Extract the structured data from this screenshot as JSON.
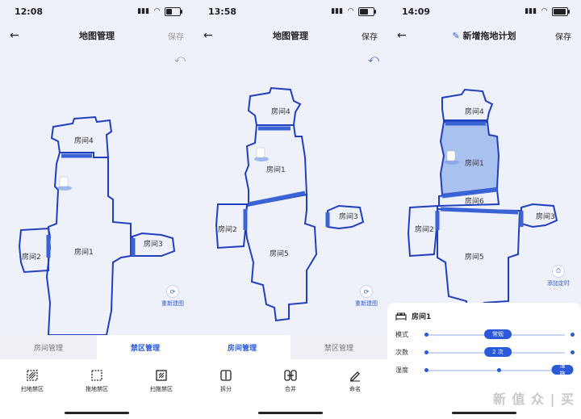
{
  "screens": [
    {
      "status": {
        "time": "12:08",
        "battery_pct": 40
      },
      "nav": {
        "back": "←",
        "title": "地图管理",
        "save": "保存"
      },
      "undo": "⤺",
      "rooms": [
        "房间4",
        "房间1",
        "房间2",
        "房间3"
      ],
      "fab": {
        "label": "重新建图"
      },
      "tabs": [
        "房间管理",
        "禁区管理"
      ],
      "active_tab": 1,
      "tools": [
        "扫地禁区",
        "拖地禁区",
        "扫拖禁区"
      ]
    },
    {
      "status": {
        "time": "13:58",
        "battery_pct": 60
      },
      "nav": {
        "back": "←",
        "title": "地图管理",
        "save": "保存"
      },
      "undo": "⤺",
      "rooms": [
        "房间4",
        "房间1",
        "房间2",
        "房间3",
        "房间5"
      ],
      "fab": {
        "label": "重新建图"
      },
      "tabs": [
        "房间管理",
        "禁区管理"
      ],
      "active_tab": 0,
      "tools": [
        "拆分",
        "合并",
        "命名"
      ]
    },
    {
      "status": {
        "time": "14:09",
        "battery_pct": 90
      },
      "nav": {
        "back": "←",
        "title": "新增拖地计划",
        "save": "保存"
      },
      "rooms": [
        "房间4",
        "房间1",
        "房间6",
        "房间2",
        "房间3",
        "房间5"
      ],
      "fab": {
        "label": "添加定时"
      },
      "panel": {
        "room": "房间1",
        "rows": [
          {
            "label": "模式",
            "value": "常规",
            "level": 0.5
          },
          {
            "label": "次数",
            "value": "2 次",
            "level": 0.5
          },
          {
            "label": "湿度",
            "value": "湿拖",
            "level": 1.0
          }
        ]
      }
    }
  ],
  "colors": {
    "accent": "#2b5ad8",
    "wall": "#1f3fbf",
    "door": "#3a63d6",
    "bg": "#eef1fa",
    "selected_room": "#a9c1ef"
  },
  "watermark": "新 值 众 | 买"
}
